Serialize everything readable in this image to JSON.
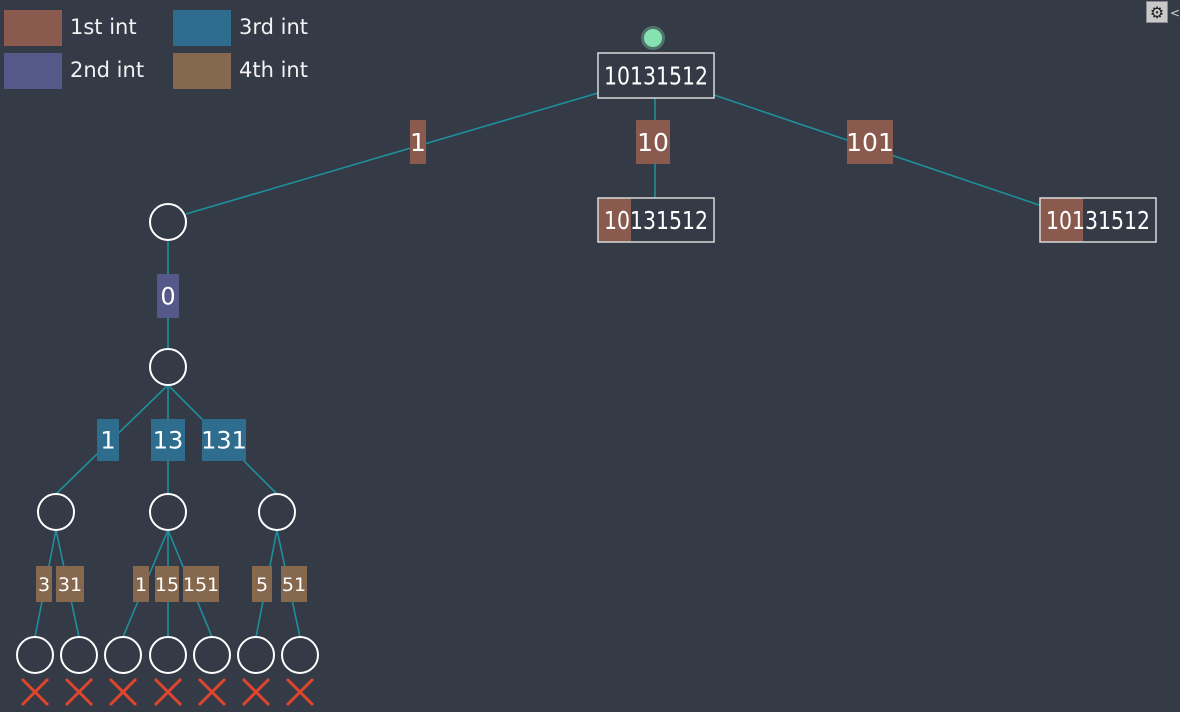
{
  "colors": {
    "background": "#343a46",
    "edge": "#1f8f9c",
    "int1": "#8a5a4f",
    "int2": "#55598a",
    "int3": "#2e6d8e",
    "int4": "#85684e",
    "root_dot": "#86e3b1",
    "fail_mark": "#e0452e",
    "node_outline": "#ffffff"
  },
  "legend": [
    {
      "label": "1st int",
      "color": "#8a5a4f"
    },
    {
      "label": "2nd int",
      "color": "#55598a"
    },
    {
      "label": "3rd int",
      "color": "#2e6d8e"
    },
    {
      "label": "4th int",
      "color": "#85684e"
    }
  ],
  "root": {
    "text": "10131512"
  },
  "level1_edges": [
    {
      "label": "1",
      "int": 1
    },
    {
      "label": "10",
      "int": 1
    },
    {
      "label": "101",
      "int": 1
    }
  ],
  "string_nodes": [
    {
      "text": "10131512",
      "highlight": "10"
    },
    {
      "text": "10131512",
      "highlight": "101"
    }
  ],
  "level2_edges": [
    {
      "label": "0",
      "int": 2
    }
  ],
  "level3_edges": [
    {
      "label": "1",
      "int": 3
    },
    {
      "label": "13",
      "int": 3
    },
    {
      "label": "131",
      "int": 3
    }
  ],
  "level4_edges": [
    {
      "label": "3",
      "int": 4
    },
    {
      "label": "31",
      "int": 4
    },
    {
      "label": "1",
      "int": 4
    },
    {
      "label": "15",
      "int": 4
    },
    {
      "label": "151",
      "int": 4
    },
    {
      "label": "5",
      "int": 4
    },
    {
      "label": "51",
      "int": 4
    }
  ],
  "leaf_count": 7,
  "toolbar": {
    "settings_icon": "gear-icon",
    "collapse_icon": "chevron-left-icon",
    "collapse_glyph": "<"
  }
}
